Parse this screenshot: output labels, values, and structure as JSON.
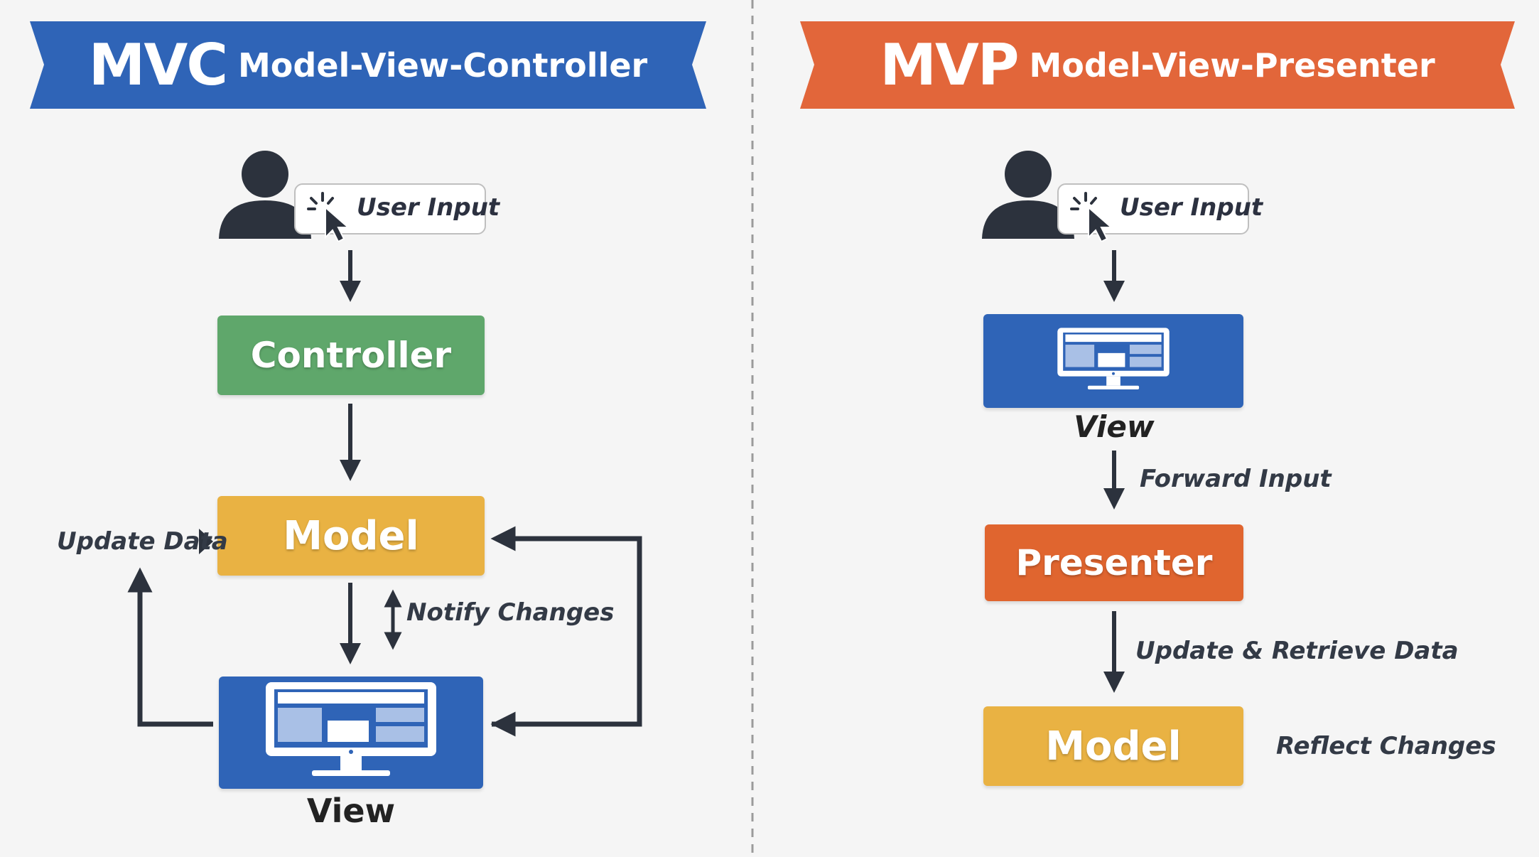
{
  "colors": {
    "mvc_banner": "#2f64b7",
    "mvp_banner": "#e2663a",
    "controller": "#5fa76b",
    "model": "#e9b243",
    "view": "#2f64b7",
    "presenter": "#e0652f",
    "dark": "#2c323d",
    "divider": "#9a9a9a"
  },
  "mvc": {
    "banner_big": "MVC",
    "banner_small": "Model-View-Controller",
    "user_icon": "user-icon",
    "cursor_icon": "cursor-click-icon",
    "user_input": "User Input",
    "controller": "Controller",
    "model": "Model",
    "view_icon": "monitor-icon",
    "view_caption": "View",
    "update_data": "Update Data",
    "notify_changes": "Notify Changes"
  },
  "mvp": {
    "banner_big": "MVP",
    "banner_small": "Model-View-Presenter",
    "user_icon": "user-icon",
    "cursor_icon": "cursor-click-icon",
    "user_input": "User Input",
    "view_icon": "monitor-icon",
    "view_caption": "View",
    "forward_input": "Forward Input",
    "presenter": "Presenter",
    "update_retrieve": "Update & Retrieve Data",
    "model": "Model",
    "reflect_changes": "Reflect Changes"
  }
}
